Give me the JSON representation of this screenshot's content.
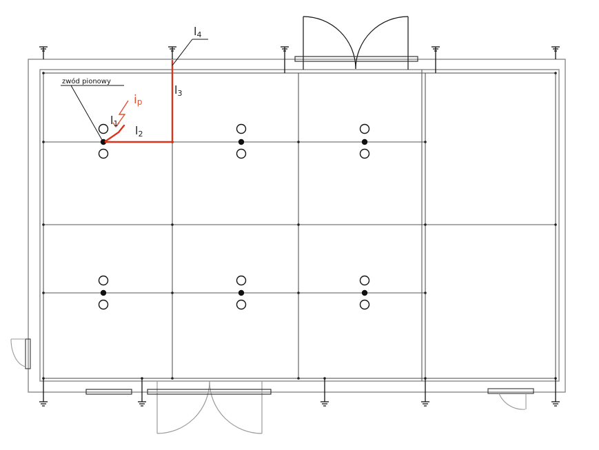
{
  "labels": {
    "vertical_wire": "zwód pionowy",
    "l1": "l",
    "l1_sub": "1",
    "l2": "l",
    "l2_sub": "2",
    "l3": "l",
    "l3_sub": "3",
    "l4": "l",
    "l4_sub": "4",
    "ip": "i",
    "ip_sub": "p"
  },
  "colors": {
    "line": "#000000",
    "wall": "#8a8a8a",
    "door": "#9a9a9a",
    "current_path": "#d9331c",
    "current_label": "#e05030"
  }
}
